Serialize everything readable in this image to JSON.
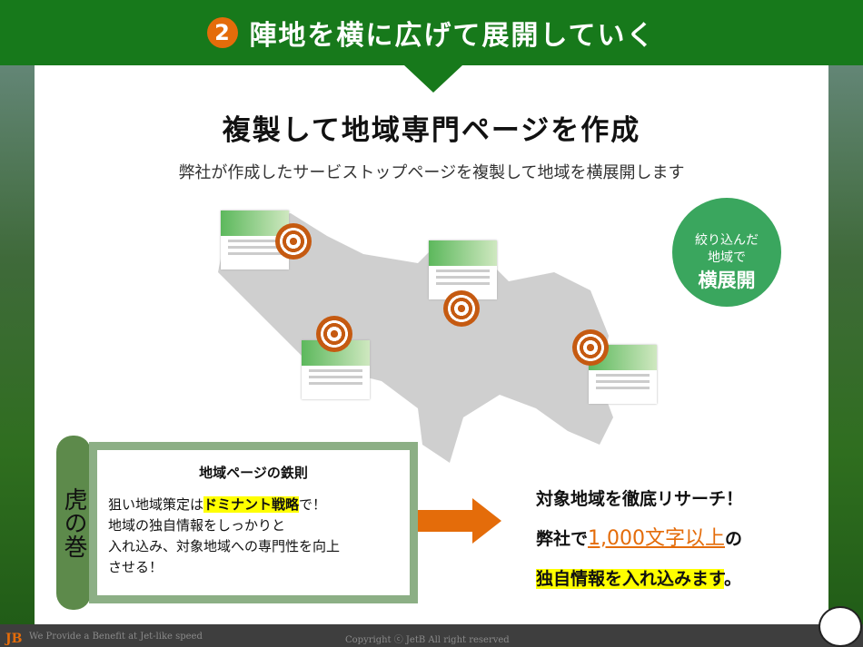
{
  "header": {
    "number": "2",
    "title": "陣地を横に広げて展開していく"
  },
  "main": {
    "title": "複製して地域専門ページを作成",
    "subtitle": "弊社が作成したサービストップページを複製して地域を横展開します"
  },
  "badge": {
    "line1": "絞り込んだ",
    "line2": "地域で",
    "line3": "横展開"
  },
  "scroll": {
    "rod_label": "虎の巻",
    "heading": "地域ページの鉄則",
    "line1_pre": "狙い地域策定は",
    "line1_hl": "ドミナント戦略",
    "line1_post": "で！",
    "line2": "地域の独自情報をしっかりと",
    "line3": "入れ込み、対象地域への専門性を向上",
    "line4": "させる！"
  },
  "right": {
    "line1": "対象地域を徹底リサーチ！",
    "line2_pre": "弊社で",
    "line2_hl": "1,000文字以上",
    "line2_post": "の",
    "line3_hl": "独自情報を入れ込みます",
    "line3_post": "。"
  },
  "footer": {
    "logo": "JB",
    "tagline": "We Provide a Benefit at Jet-like speed",
    "copyright": "Copyright ⓒ JetB All right reserved"
  },
  "colors": {
    "green": "#17791b",
    "orange": "#e46c0a",
    "badge": "#3aa65e"
  }
}
